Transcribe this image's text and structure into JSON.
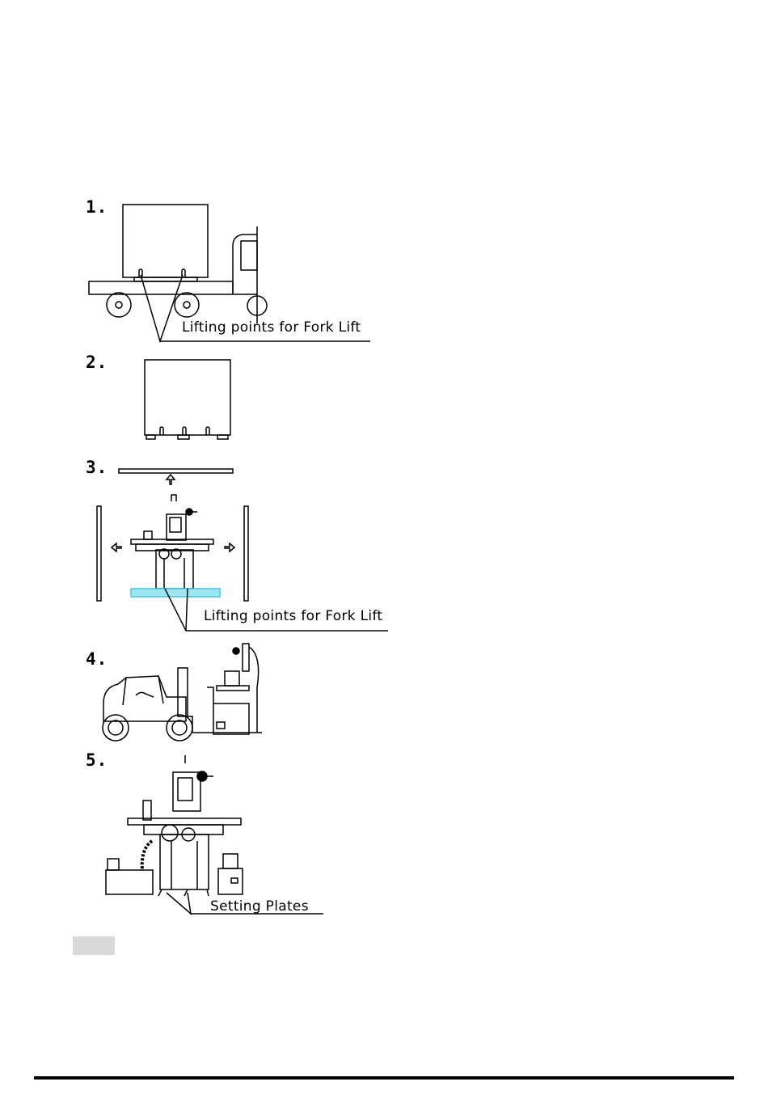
{
  "steps": [
    {
      "number": "1.",
      "callout": "Lifting points for Fork Lift"
    },
    {
      "number": "2.",
      "callout": ""
    },
    {
      "number": "3.",
      "callout": "Lifting points for Fork Lift"
    },
    {
      "number": "4.",
      "callout": ""
    },
    {
      "number": "5.",
      "callout": "Setting Plates"
    }
  ]
}
